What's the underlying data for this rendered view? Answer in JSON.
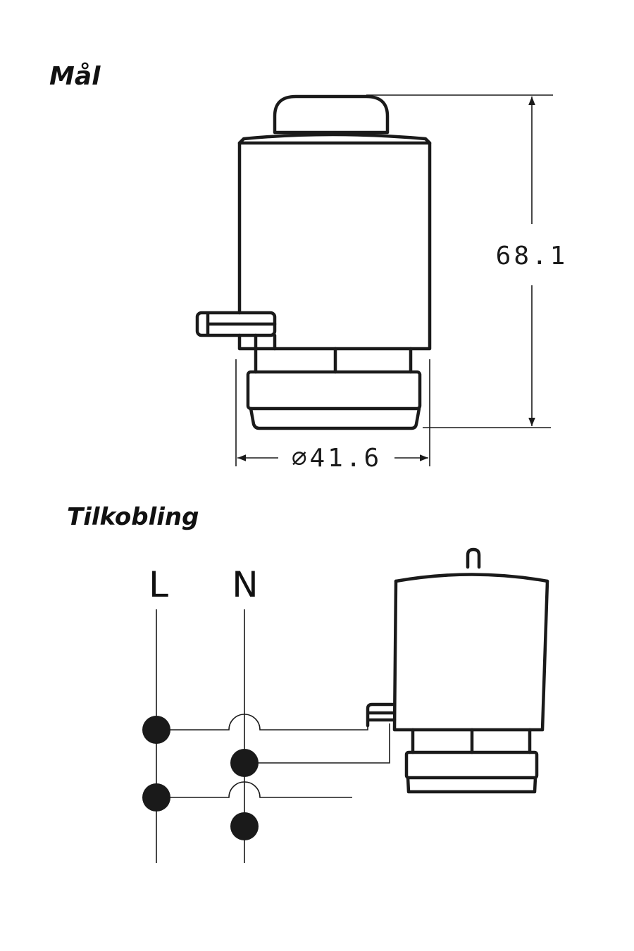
{
  "sections": {
    "dimensions_title": "Mål",
    "connection_title": "Tilkobling"
  },
  "dimensions": {
    "diameter_label": "⌀41.6",
    "height_label": "68.1"
  },
  "terminals": {
    "live": "L",
    "neutral": "N"
  },
  "colors": {
    "line": "#1a1a1a",
    "background": "#ffffff"
  }
}
